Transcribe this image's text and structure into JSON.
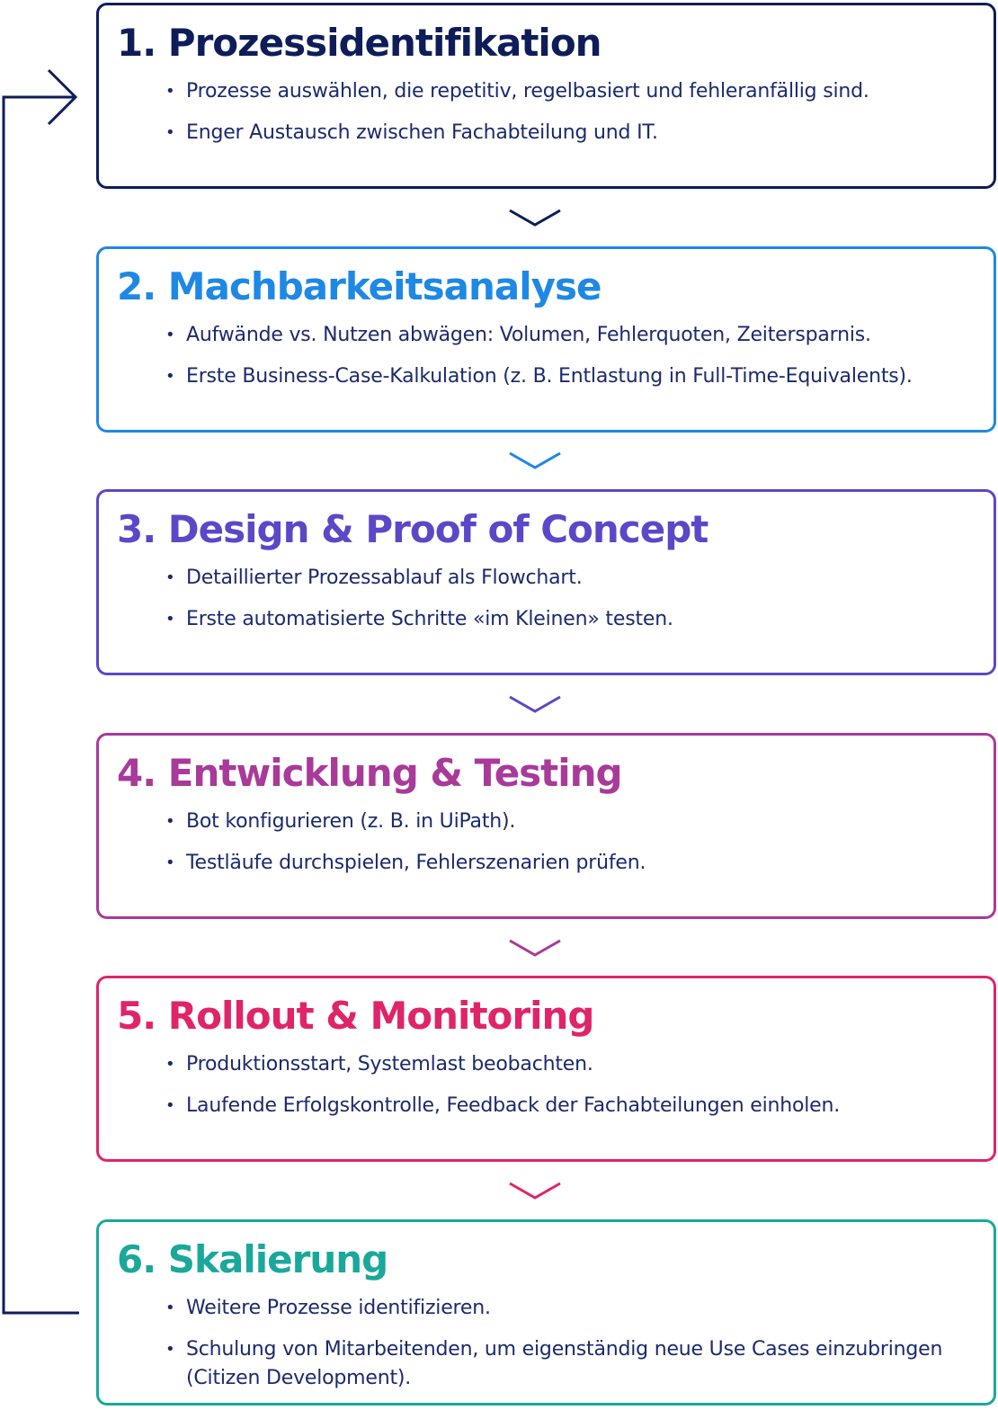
{
  "colors": {
    "loop": "#0e1d5a",
    "text": "#1b2a6b"
  },
  "steps": [
    {
      "title": "1. Prozessidentifikation",
      "color": "#0e1d5a",
      "bullets": [
        "Prozesse auswählen, die repetitiv, regelbasiert und fehleranfällig sind.",
        "Enger Austausch zwischen Fachabteilung und IT."
      ]
    },
    {
      "title": "2. Machbarkeitsanalyse",
      "color": "#1e88e5",
      "bullets": [
        "Aufwände vs. Nutzen abwägen: Volumen, Fehlerquoten, Zeitersparnis.",
        "Erste Business-Case-Kalkulation (z. B. Entlastung in Full-Time-Equivalents)."
      ]
    },
    {
      "title": "3. Design & Proof of Concept",
      "color": "#5c47c8",
      "bullets": [
        "Detaillierter Prozessablauf als Flowchart.",
        "Erste automatisierte Schritte «im Kleinen» testen."
      ]
    },
    {
      "title": "4. Entwicklung & Testing",
      "color": "#a83a9a",
      "bullets": [
        "Bot konfigurieren (z. B. in UiPath).",
        "Testläufe durchspielen, Fehlerszenarien prüfen."
      ]
    },
    {
      "title": "5. Rollout & Monitoring",
      "color": "#e0246a",
      "bullets": [
        "Produktionsstart, Systemlast beobachten.",
        "Laufende Erfolgskontrolle, Feedback der Fachabteilungen einholen."
      ]
    },
    {
      "title": "6. Skalierung",
      "color": "#1aa89a",
      "bullets": [
        "Weitere Prozesse identifizieren.",
        "Schulung von Mitarbeitenden, um eigenständig neue Use Cases einzubringen (Citizen Development)."
      ]
    }
  ]
}
